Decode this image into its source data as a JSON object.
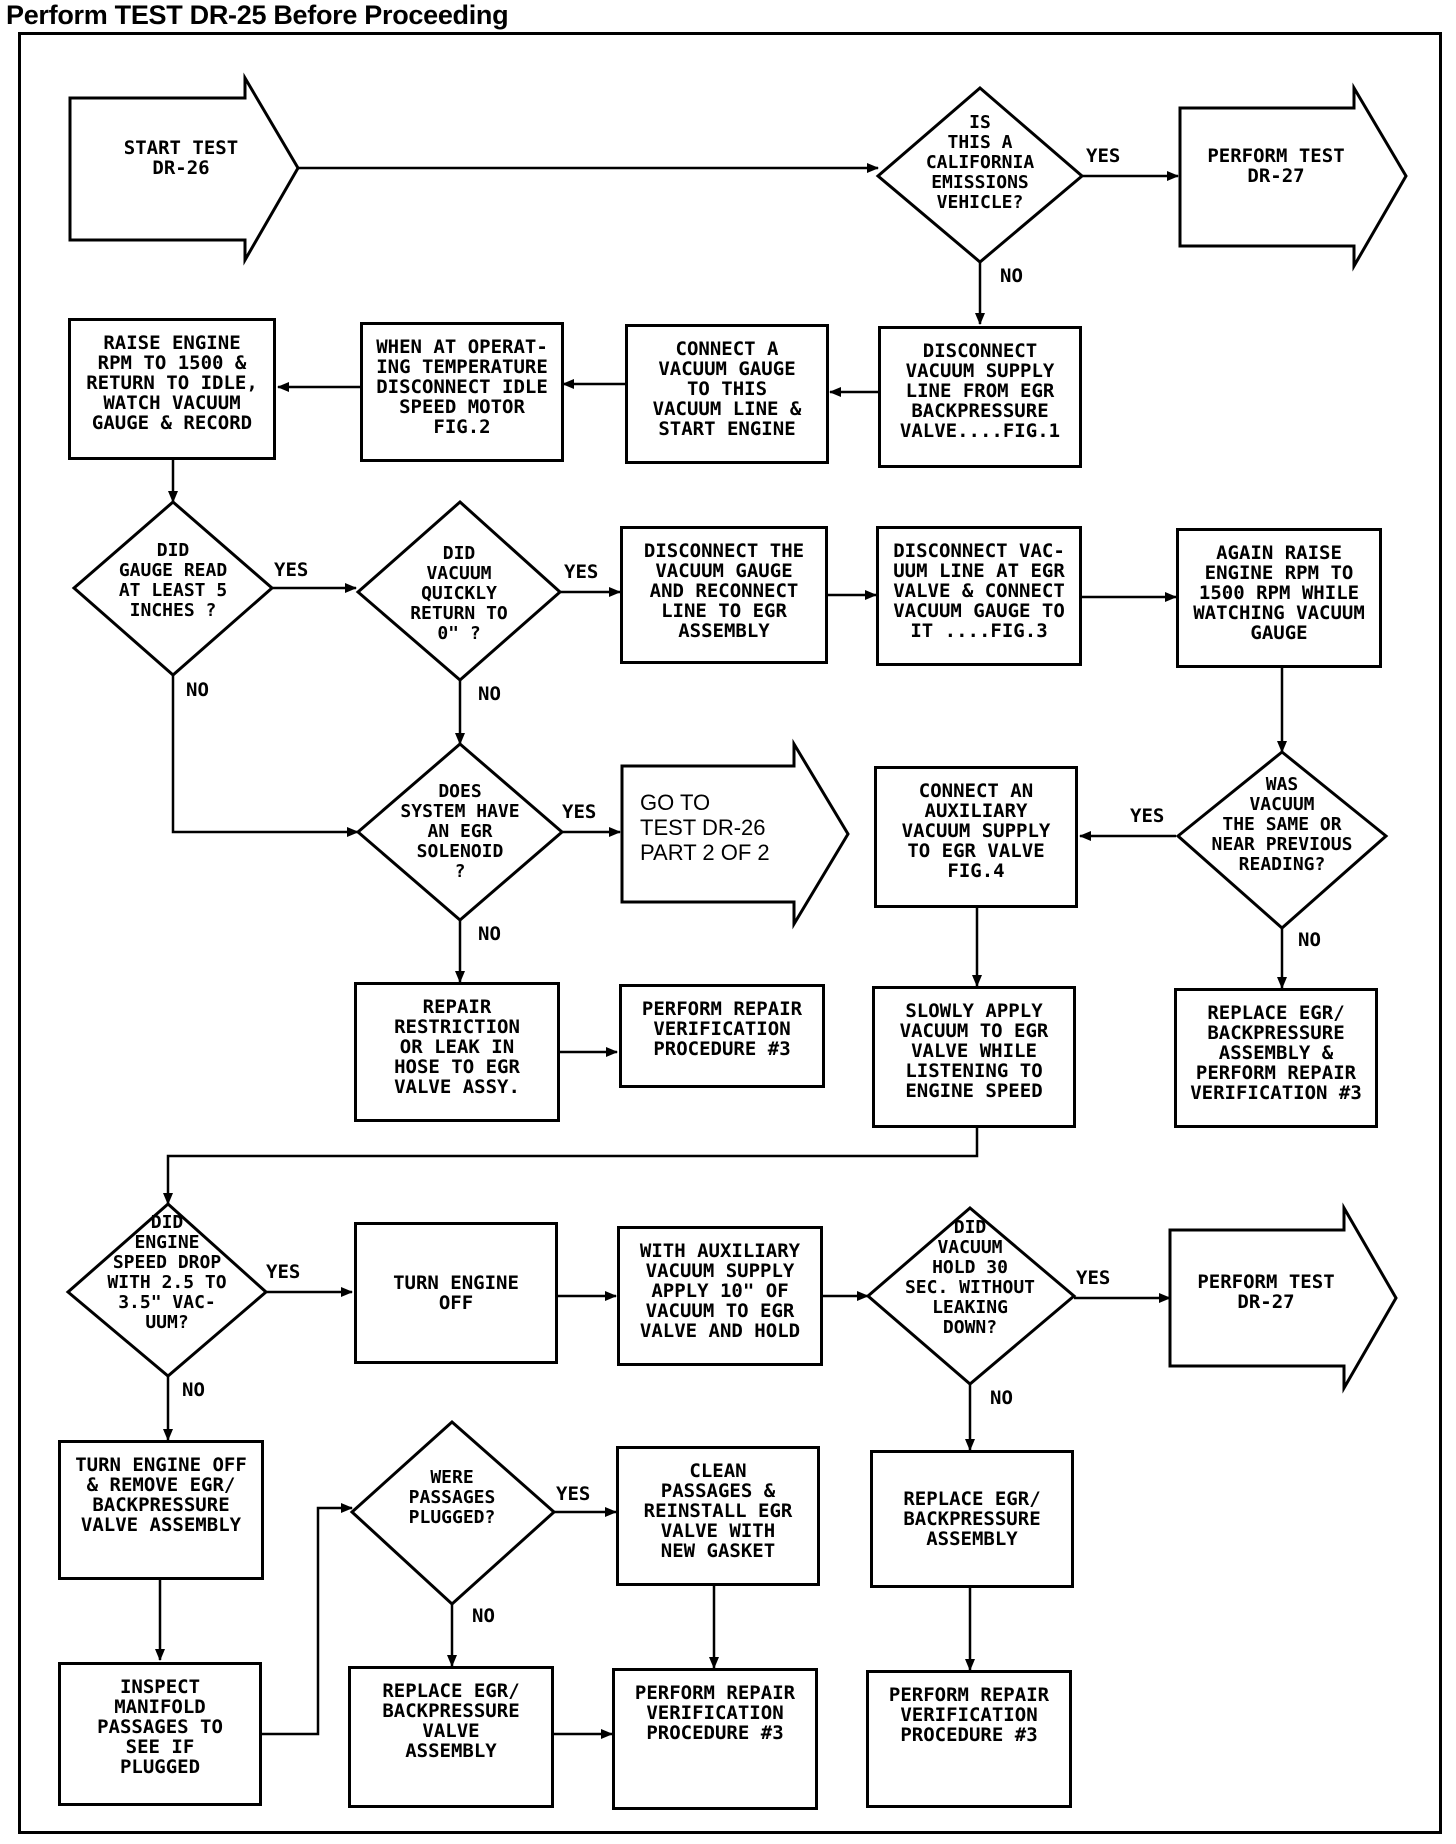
{
  "header": "Perform TEST DR-25 Before Proceeding",
  "nodes": {
    "start": "START TEST\nDR-26",
    "q_california": "IS\nTHIS A\nCALIFORNIA\nEMISSIONS\nVEHICLE?",
    "perform_dr27_top": "PERFORM TEST\nDR-27",
    "disconnect_supply": "DISCONNECT\nVACUUM SUPPLY\nLINE FROM EGR\nBACKPRESSURE\nVALVE....FIG.1",
    "connect_gauge": "CONNECT A\nVACUUM GAUGE\nTO THIS\nVACUUM LINE &\nSTART ENGINE",
    "disconnect_isc": "WHEN AT OPERAT-\nING TEMPERATURE\nDISCONNECT IDLE\nSPEED MOTOR\nFIG.2",
    "raise_rpm": "RAISE ENGINE\nRPM TO 1500 &\nRETURN TO IDLE,\nWATCH VACUUM\nGAUGE & RECORD",
    "q_gauge5": "DID\nGAUGE READ\nAT LEAST 5\nINCHES ?",
    "q_return0": "DID\nVACUUM\nQUICKLY\nRETURN TO\n0\" ?",
    "disconnect_gauge": "DISCONNECT THE\nVACUUM GAUGE\nAND RECONNECT\nLINE TO EGR\nASSEMBLY",
    "disconnect_vac_egr": "DISCONNECT VAC-\nUUM LINE AT EGR\nVALVE & CONNECT\nVACUUM GAUGE TO\nIT ....FIG.3",
    "again_raise": "AGAIN RAISE\nENGINE RPM TO\n1500 RPM WHILE\nWATCHING VACUUM\nGAUGE",
    "q_same": "WAS\nVACUUM\nTHE SAME OR\nNEAR PREVIOUS\nREADING?",
    "connect_aux": "CONNECT AN\nAUXILIARY\nVACUUM SUPPLY\nTO EGR VALVE\nFIG.4",
    "go_to_part2": "GO TO\nTEST DR-26\nPART 2 OF 2",
    "q_solenoid": "DOES\nSYSTEM HAVE\nAN EGR\nSOLENOID\n?",
    "repair_restriction": "REPAIR\nRESTRICTION\nOR LEAK IN\nHOSE TO EGR\nVALVE ASSY.",
    "perform_repair_1": "PERFORM REPAIR\nVERIFICATION\nPROCEDURE #3",
    "slowly_apply": "SLOWLY APPLY\nVACUUM TO EGR\nVALVE WHILE\nLISTENING TO\nENGINE SPEED",
    "replace_egr_1": "REPLACE EGR/\nBACKPRESSURE\nASSEMBLY &\nPERFORM REPAIR\nVERIFICATION #3",
    "q_speed_drop": "DID\nENGINE\nSPEED DROP\nWITH 2.5 TO\n3.5\" VAC-\nUUM?",
    "turn_off": "TURN ENGINE\nOFF",
    "with_aux": "WITH AUXILIARY\nVACUUM SUPPLY\nAPPLY 10\" OF\nVACUUM TO EGR\nVALVE AND HOLD",
    "q_hold30": "DID\nVACUUM\nHOLD 30\nSEC. WITHOUT\nLEAKING\nDOWN?",
    "perform_dr27_bottom": "PERFORM TEST\nDR-27",
    "turn_off_remove": "TURN ENGINE OFF\n& REMOVE EGR/\nBACKPRESSURE\nVALVE ASSEMBLY",
    "q_plugged": "WERE\nPASSAGES\nPLUGGED?",
    "clean_passages": "CLEAN\nPASSAGES &\nREINSTALL EGR\nVALVE WITH\nNEW GASKET",
    "replace_egr_2": "REPLACE EGR/\nBACKPRESSURE\nASSEMBLY",
    "inspect": "INSPECT\nMANIFOLD\nPASSAGES TO\nSEE IF\nPLUGGED",
    "replace_egr_3": "REPLACE EGR/\nBACKPRESSURE\nVALVE\nASSEMBLY",
    "perform_repair_2": "PERFORM REPAIR\nVERIFICATION\nPROCEDURE #3",
    "perform_repair_3": "PERFORM REPAIR\nVERIFICATION\nPROCEDURE #3"
  },
  "labels": {
    "yes": "YES",
    "no": "NO"
  }
}
